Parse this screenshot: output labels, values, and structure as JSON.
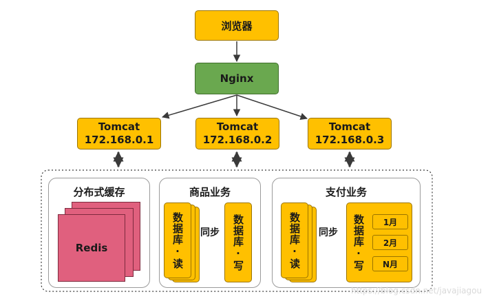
{
  "browser": {
    "label": "浏览器"
  },
  "nginx": {
    "label": "Nginx"
  },
  "tomcats": [
    {
      "name": "Tomcat",
      "ip": "172.168.0.1"
    },
    {
      "name": "Tomcat",
      "ip": "172.168.0.2"
    },
    {
      "name": "Tomcat",
      "ip": "172.168.0.3"
    }
  ],
  "cache": {
    "title": "分布式缓存",
    "redis_label": "Redis"
  },
  "goods": {
    "title": "商品业务",
    "db_read": "数据库·读",
    "sync_label": "同步",
    "db_write": "数据库·写"
  },
  "payment": {
    "title": "支付业务",
    "db_read": "数据库·读",
    "sync_label": "同步",
    "db_write": "数据库·写",
    "months": [
      "1月",
      "2月",
      "N月"
    ]
  },
  "watermark": "https://blog.csdn.net/javajiagou",
  "colors": {
    "yellow": "#ffc000",
    "green": "#6aa84f",
    "redis": "#e0607e"
  }
}
